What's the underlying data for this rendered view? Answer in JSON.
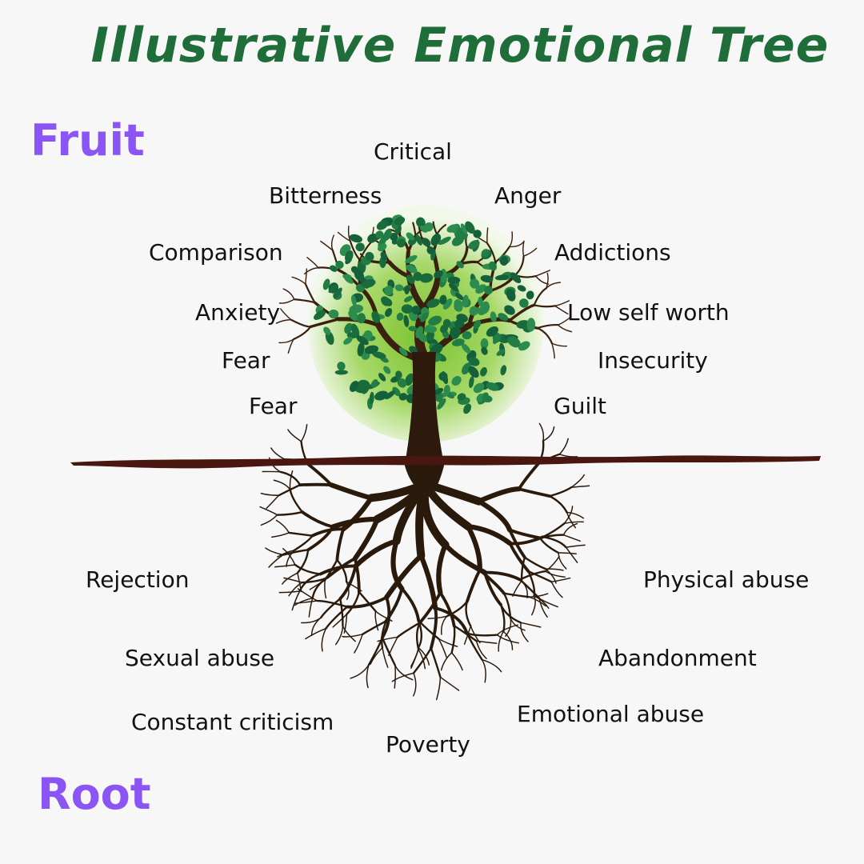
{
  "title": "Illustrative Emotional Tree",
  "sections": {
    "fruit": "Fruit",
    "root": "Root"
  },
  "colors": {
    "title": "#1f6e3a",
    "section": "#8b55f5",
    "leaf": "#1f7a45",
    "trunk": "#2e1a0c",
    "ground": "#4a1610"
  },
  "fruit_labels": [
    "Critical",
    "Bitterness",
    "Anger",
    "Comparison",
    "Addictions",
    "Anxiety",
    "Low self worth",
    "Fear",
    "Insecurity",
    "Fear",
    "Guilt"
  ],
  "root_labels": [
    "Rejection",
    "Physical abuse",
    "Sexual abuse",
    "Abandonment",
    "Constant criticism",
    "Emotional abuse",
    "Poverty"
  ]
}
